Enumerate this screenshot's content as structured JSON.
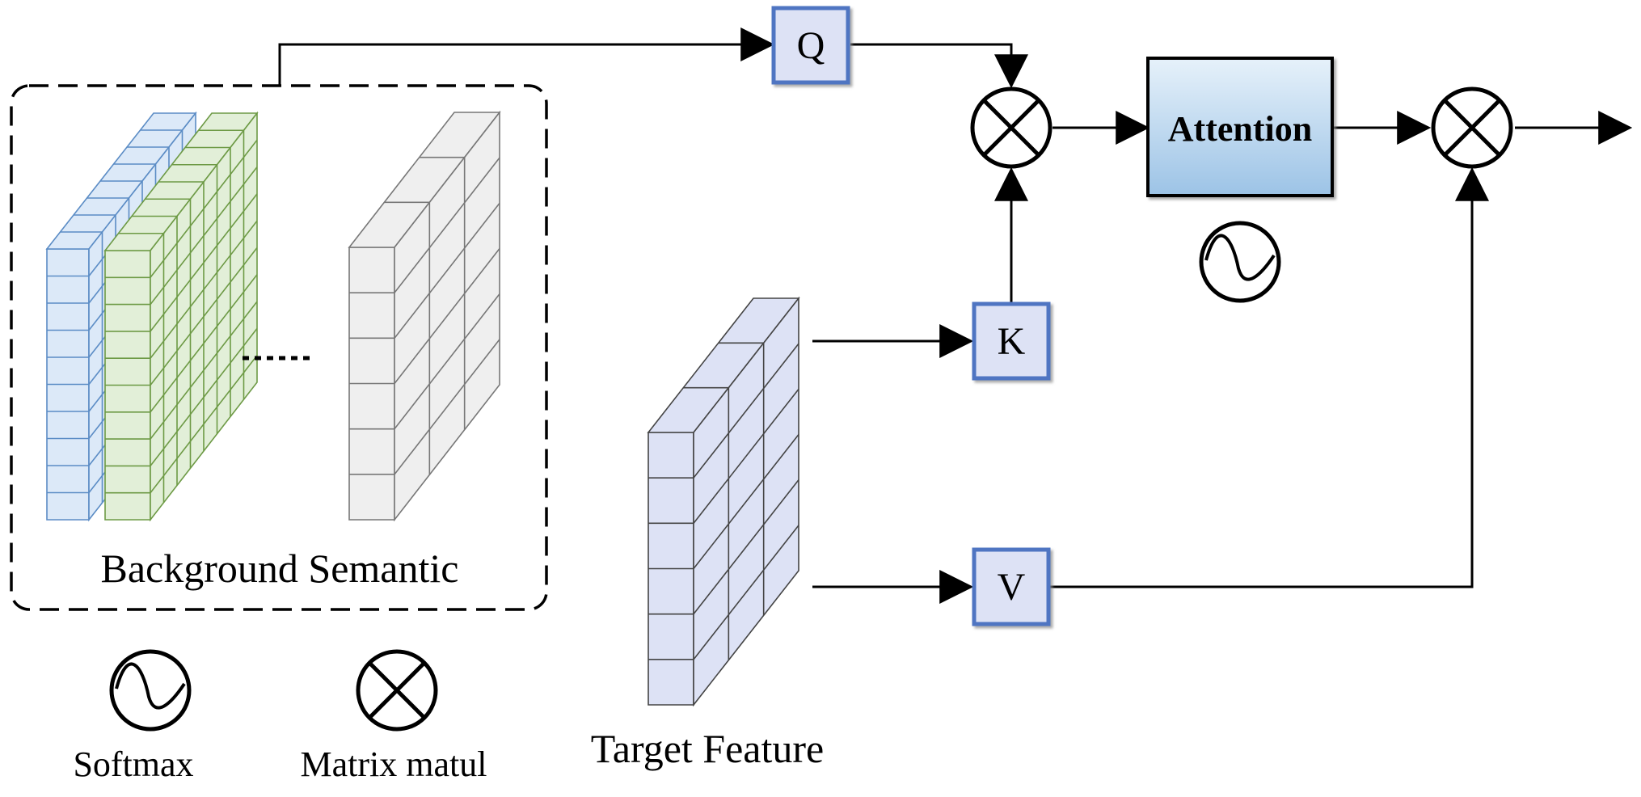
{
  "nodes": {
    "q": "Q",
    "k": "K",
    "v": "V",
    "attention": "Attention"
  },
  "labels": {
    "background_semantic": "Background Semantic",
    "target_feature": "Target Feature"
  },
  "legend": {
    "softmax": "Softmax",
    "matmul": "Matrix matul"
  },
  "colors": {
    "box_fill": "#dde2f5",
    "box_stroke": "#4f75c2",
    "attention_top": "#e6f1fa",
    "attention_bottom": "#9cc3e6",
    "blue_tensor": "#dce9f8",
    "blue_tensor_edge": "#5b8cc5",
    "green_tensor": "#e2efd8",
    "green_tensor_edge": "#6d9a45",
    "gray_tensor": "#efefef",
    "gray_tensor_edge": "#777777",
    "target_tensor": "#dde2f5",
    "target_tensor_edge": "#444444"
  }
}
